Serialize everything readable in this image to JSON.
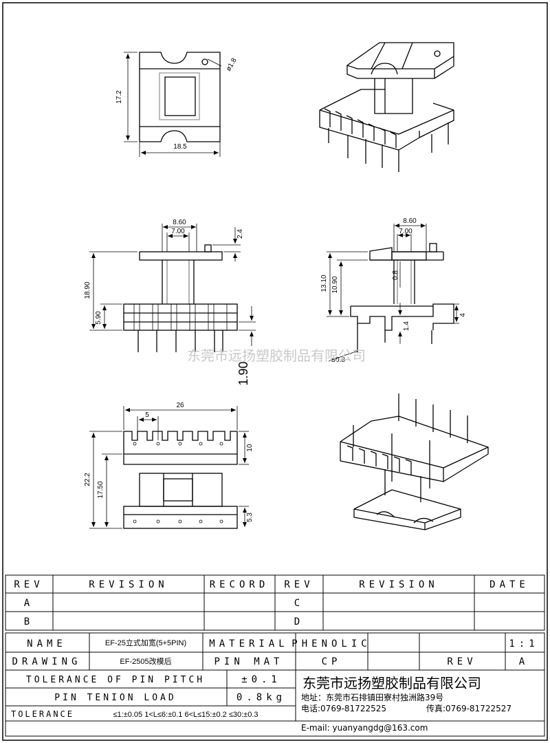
{
  "dimensions": {
    "top_view": {
      "width": "18.5",
      "height": "17.2",
      "hole_dia": "ø1.8"
    },
    "front_view": {
      "inner_outer": "8.60",
      "inner": "7.00",
      "flange": "2.4",
      "height": "18.90",
      "base": "5.90",
      "pin_len": "1.90"
    },
    "side_view": {
      "inner_outer": "8.60",
      "inner": "7.00",
      "total": "13.10",
      "body": "10.90",
      "slot": "0.8",
      "pin_step": "1.4",
      "base": "4",
      "pin_dia": "ø0.8"
    },
    "bottom_view": {
      "width": "26",
      "pitch": "5",
      "top_h": "10",
      "total_h": "22.2",
      "mid_h": "17.50",
      "bottom_h": "5.3"
    }
  },
  "watermark": "东莞市远扬塑胶制品有限公司",
  "revision_table": {
    "headers": [
      "REV",
      "REVISION",
      "RECORD",
      "DATE"
    ],
    "rows_left": [
      "A",
      "B"
    ],
    "rows_right": [
      "C",
      "D"
    ]
  },
  "title_block": {
    "name_label": "NAME",
    "name_value": "EF-25立式加宽(5+5PIN)",
    "drawing_label": "DRAWING",
    "drawing_value": "EF-2505改模后",
    "material_label": "MATERIAL",
    "material_value": "PHENOLIC",
    "scale_value": "1:1",
    "pin_mat_label": "PIN MAT",
    "pin_mat_value": "CP",
    "tolerance_pin_label": "TOLERANCE OF PIN PITCH",
    "tolerance_pin_value": "±0.1",
    "pin_tenion_label": "PIN TENION LOAD",
    "pin_tenion_value": "0.8kg",
    "tolerance_label": "TOLERANCE",
    "tolerance_values": "≤1:±0.05  1<L≤6:±0.1  6<L≤15:±0.2  ≤30:±0.3",
    "rev_label": "REV",
    "rev_value": "A"
  },
  "company": {
    "name": "东莞市远扬塑胶制品有限公司",
    "address": "地址：东莞市石排镇田寮村独洲路39号",
    "phone": "电话:0769-81722525",
    "fax": "传真:0769-81722527",
    "email": "E-mail: yuanyangdg@163.com"
  }
}
